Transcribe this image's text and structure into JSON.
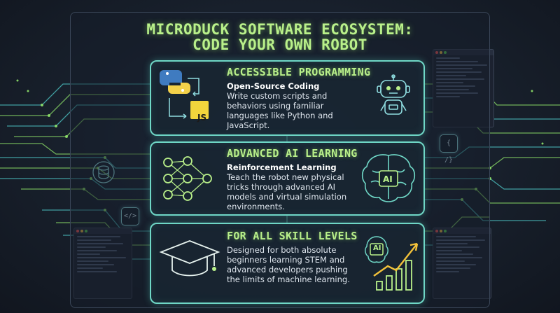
{
  "title": {
    "line1": "MICRODUCK SOFTWARE ECOSYSTEM:",
    "line2": "CODE YOUR OWN ROBOT"
  },
  "panels": [
    {
      "heading": "ACCESSIBLE PROGRAMMING",
      "subheading": "Open-Source Coding",
      "body": "Write custom scripts and behaviors using familiar languages like Python and JavaScript.",
      "badge": "JS"
    },
    {
      "heading": "ADVANCED AI LEARNING",
      "subheading": "Reinforcement Learning",
      "body": "Teach the robot new physical tricks through advanced AI models and virtual simulation environments.",
      "badge": "AI"
    },
    {
      "heading": "FOR ALL SKILL LEVELS",
      "subheading": "",
      "body": "Designed for both absolute beginners learning STEM and advanced developers pushing the limits of machine learning.",
      "badge": "AI"
    }
  ],
  "side_icons": {
    "code_brackets_right": "{ /}",
    "code_tag_left": "</>"
  },
  "colors": {
    "accent_green": "#b9f08a",
    "panel_border": "#6fd7c6",
    "circuit_cyan": "#4fc9c9",
    "circuit_green": "#8fe36a",
    "js_yellow": "#f2d53c",
    "python_blue": "#3f7bc0",
    "python_yellow": "#f3d14a"
  }
}
